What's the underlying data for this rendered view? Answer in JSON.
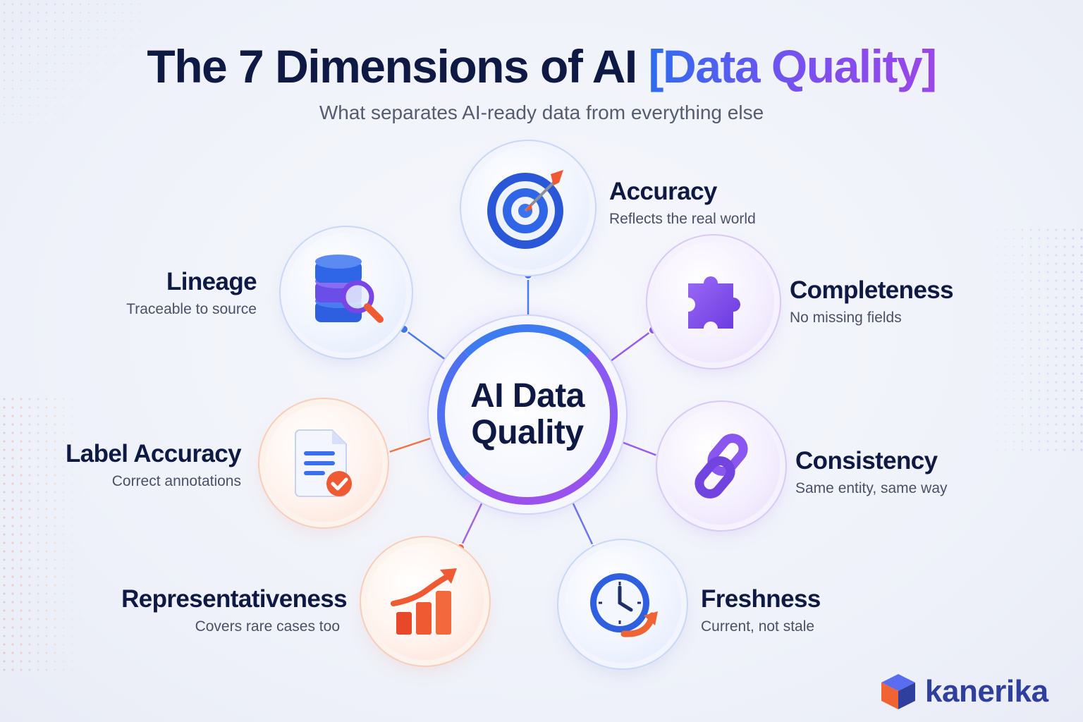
{
  "title": {
    "main": "The 7 Dimensions of AI ",
    "accent": "[Data Quality]"
  },
  "subtitle": "What separates AI-ready data from everything else",
  "center": {
    "line1": "AI Data",
    "line2": "Quality"
  },
  "dimensions": {
    "accuracy": {
      "name": "Accuracy",
      "desc": "Reflects the real world",
      "icon": "target-icon"
    },
    "completeness": {
      "name": "Completeness",
      "desc": "No missing fields",
      "icon": "puzzle-icon"
    },
    "consistency": {
      "name": "Consistency",
      "desc": "Same entity, same way",
      "icon": "chain-link-icon"
    },
    "freshness": {
      "name": "Freshness",
      "desc": "Current, not stale",
      "icon": "clock-icon"
    },
    "representativeness": {
      "name": "Representativeness",
      "desc": "Covers rare cases too",
      "icon": "bar-chart-arrow-icon"
    },
    "label_accuracy": {
      "name": "Label Accuracy",
      "desc": "Correct annotations",
      "icon": "document-check-icon"
    },
    "lineage": {
      "name": "Lineage",
      "desc": "Traceable to source",
      "icon": "database-search-icon"
    }
  },
  "brand": {
    "name": "kanerika",
    "icon": "cube-logo-icon"
  },
  "colors": {
    "navy": "#0e1a44",
    "blue": "#2f6cf0",
    "purple": "#8a4ff0",
    "orange": "#f0643a"
  }
}
